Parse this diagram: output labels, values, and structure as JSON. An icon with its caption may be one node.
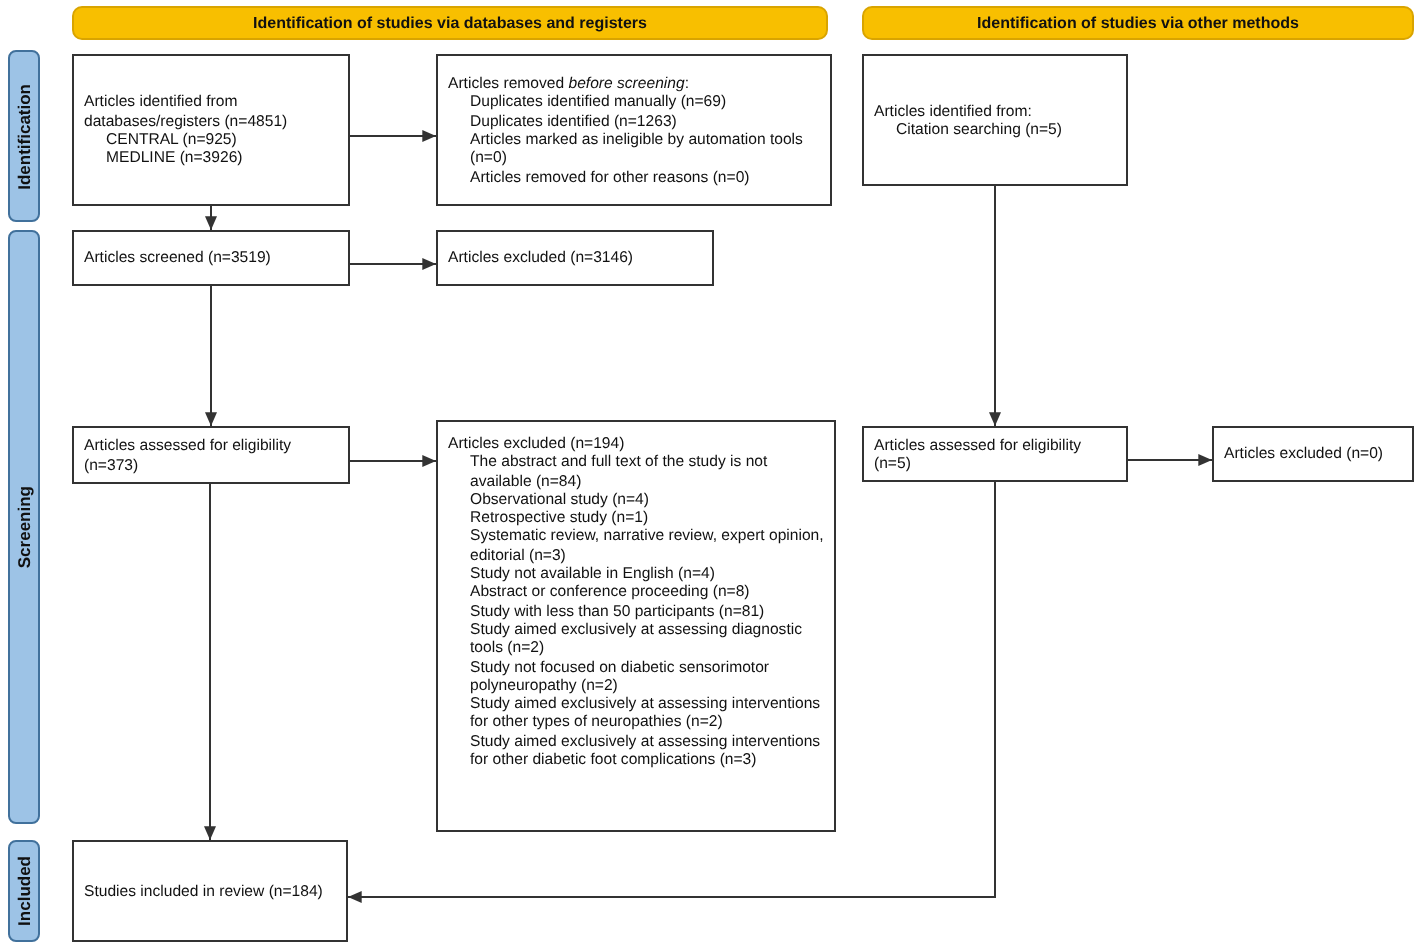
{
  "diagram": {
    "nodes": [
      {
        "text": [
          "Identification of studies via databases and registers"
        ]
      },
      {
        "text": [
          "Identification of studies via other methods"
        ]
      },
      {
        "text": [
          "Identification"
        ]
      },
      {
        "text": [
          "Screening"
        ]
      },
      {
        "text": [
          "Included"
        ]
      },
      {
        "text": [
          "Articles identified from databases/registers (n=4851)",
          "CENTRAL (n=925)",
          "MEDLINE (n=3926)"
        ]
      },
      {
        "text": [
          "Articles removed *before screening*:",
          "Duplicates identified manually (n=69)",
          "Duplicates identified (n=1263)",
          "Articles marked as ineligible by automation tools (n=0)",
          "Articles removed for other reasons (n=0)"
        ]
      },
      {
        "text": [
          "Articles identified from:",
          "Citation searching (n=5)"
        ]
      },
      {
        "text": [
          "Articles screened (n=3519)"
        ]
      },
      {
        "text": [
          "Articles excluded (n=3146)"
        ]
      },
      {
        "text": [
          "Articles assessed for eligibility (n=373)"
        ]
      },
      {
        "text": [
          "Articles excluded (n=194)",
          "The abstract and full text of the study is not available (n=84)",
          "Observational study (n=4)",
          "Retrospective study (n=1)",
          "Systematic review, narrative review, expert opinion, editorial (n=3)",
          "Study not available in English (n=4)",
          "Abstract or conference proceeding (n=8)",
          "Study with less than 50 participants (n=81)",
          "Study aimed exclusively at assessing diagnostic tools (n=2)",
          "Study not focused on diabetic sensorimotor polyneuropathy (n=2)",
          "Study aimed exclusively at assessing interventions for other types of neuropathies (n=2)",
          "Study aimed exclusively at assessing interventions for other diabetic foot complications (n=3)"
        ]
      },
      {
        "text": [
          "Articles assessed for eligibility (n=5)"
        ]
      },
      {
        "text": [
          "Articles excluded (n=0)"
        ]
      },
      {
        "text": [
          "Studies included in review (n=184)"
        ]
      }
    ],
    "edges": [
      {
        "from": 5,
        "to": 6,
        "arrow": "to"
      },
      {
        "from": 5,
        "to": 8,
        "arrow": "to"
      },
      {
        "from": 8,
        "to": 9,
        "arrow": "to"
      },
      {
        "from": 8,
        "to": 10,
        "arrow": "to"
      },
      {
        "from": 10,
        "to": 11,
        "arrow": "to"
      },
      {
        "from": 10,
        "to": 14,
        "arrow": "to"
      },
      {
        "from": 7,
        "to": 12,
        "arrow": "to"
      },
      {
        "from": 12,
        "to": 13,
        "arrow": "to"
      },
      {
        "from": 12,
        "to": 14,
        "arrow": "to"
      }
    ]
  }
}
